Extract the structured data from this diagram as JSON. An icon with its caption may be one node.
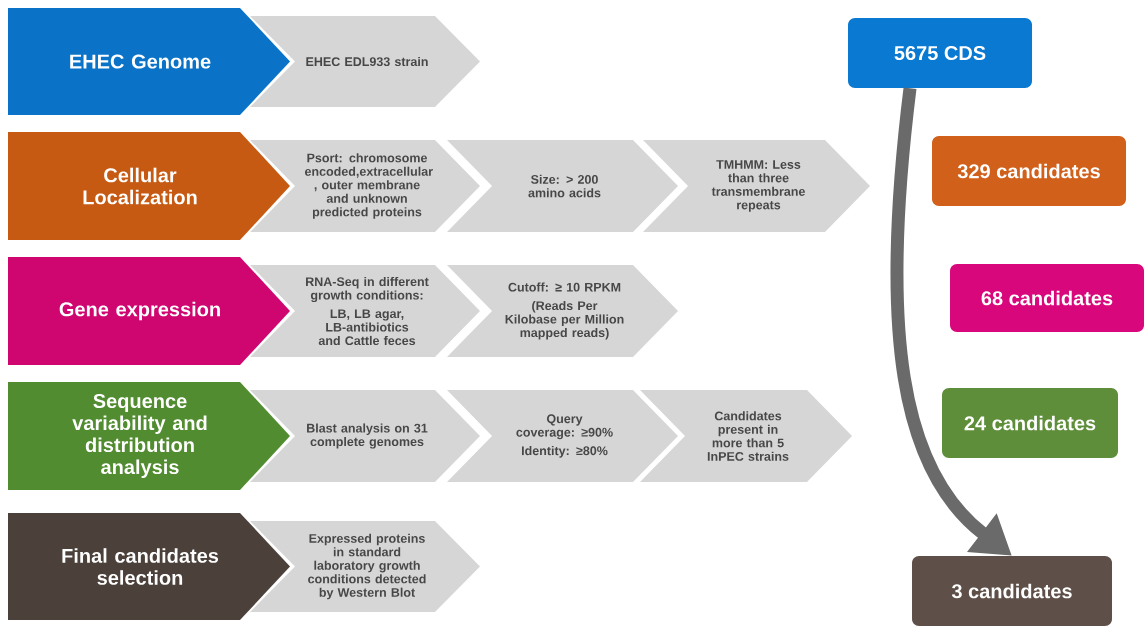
{
  "diagram": {
    "nodes": [
      {
        "text": [
          "EHEC Genome"
        ]
      },
      {
        "text": [
          "EHEC EDL933 strain"
        ]
      },
      {
        "text": [
          "Cellular Localization"
        ]
      },
      {
        "text": [
          "Psort: chromosome encoded,extracellular , outer membrane and unknown predicted proteins"
        ]
      },
      {
        "text": [
          "Size: > 200 amino acids"
        ]
      },
      {
        "text": [
          "TMHMM: Less than three transmembrane repeats"
        ]
      },
      {
        "text": [
          "Gene expression"
        ]
      },
      {
        "text": [
          "RNA-Seq in different growth conditions:",
          "LB, LB agar, LB-antibiotics and Cattle feces"
        ]
      },
      {
        "text": [
          "Cutoff: ≥ 10 RPKM",
          "(Reads Per Kilobase per Million mapped reads)"
        ]
      },
      {
        "text": [
          "Sequence variability and distribution analysis"
        ]
      },
      {
        "text": [
          "Blast analysis on 31 complete genomes"
        ]
      },
      {
        "text": [
          "Query coverage: ≥90%",
          "Identity: ≥80%"
        ]
      },
      {
        "text": [
          "Candidates present in more than 5 InPEC strains"
        ]
      },
      {
        "text": [
          "Final candidates selection"
        ]
      },
      {
        "text": [
          "Expressed proteins in standard laboratory growth conditions detected by Western Blot"
        ]
      },
      {
        "text": [
          "5675 CDS"
        ]
      },
      {
        "text": [
          "329 candidates"
        ]
      },
      {
        "text": [
          "68 candidates"
        ]
      },
      {
        "text": [
          "24 candidates"
        ]
      },
      {
        "text": [
          "3 candidates"
        ]
      }
    ],
    "edges": [
      {
        "from": 15,
        "to": 19,
        "arrow": "to"
      }
    ]
  }
}
